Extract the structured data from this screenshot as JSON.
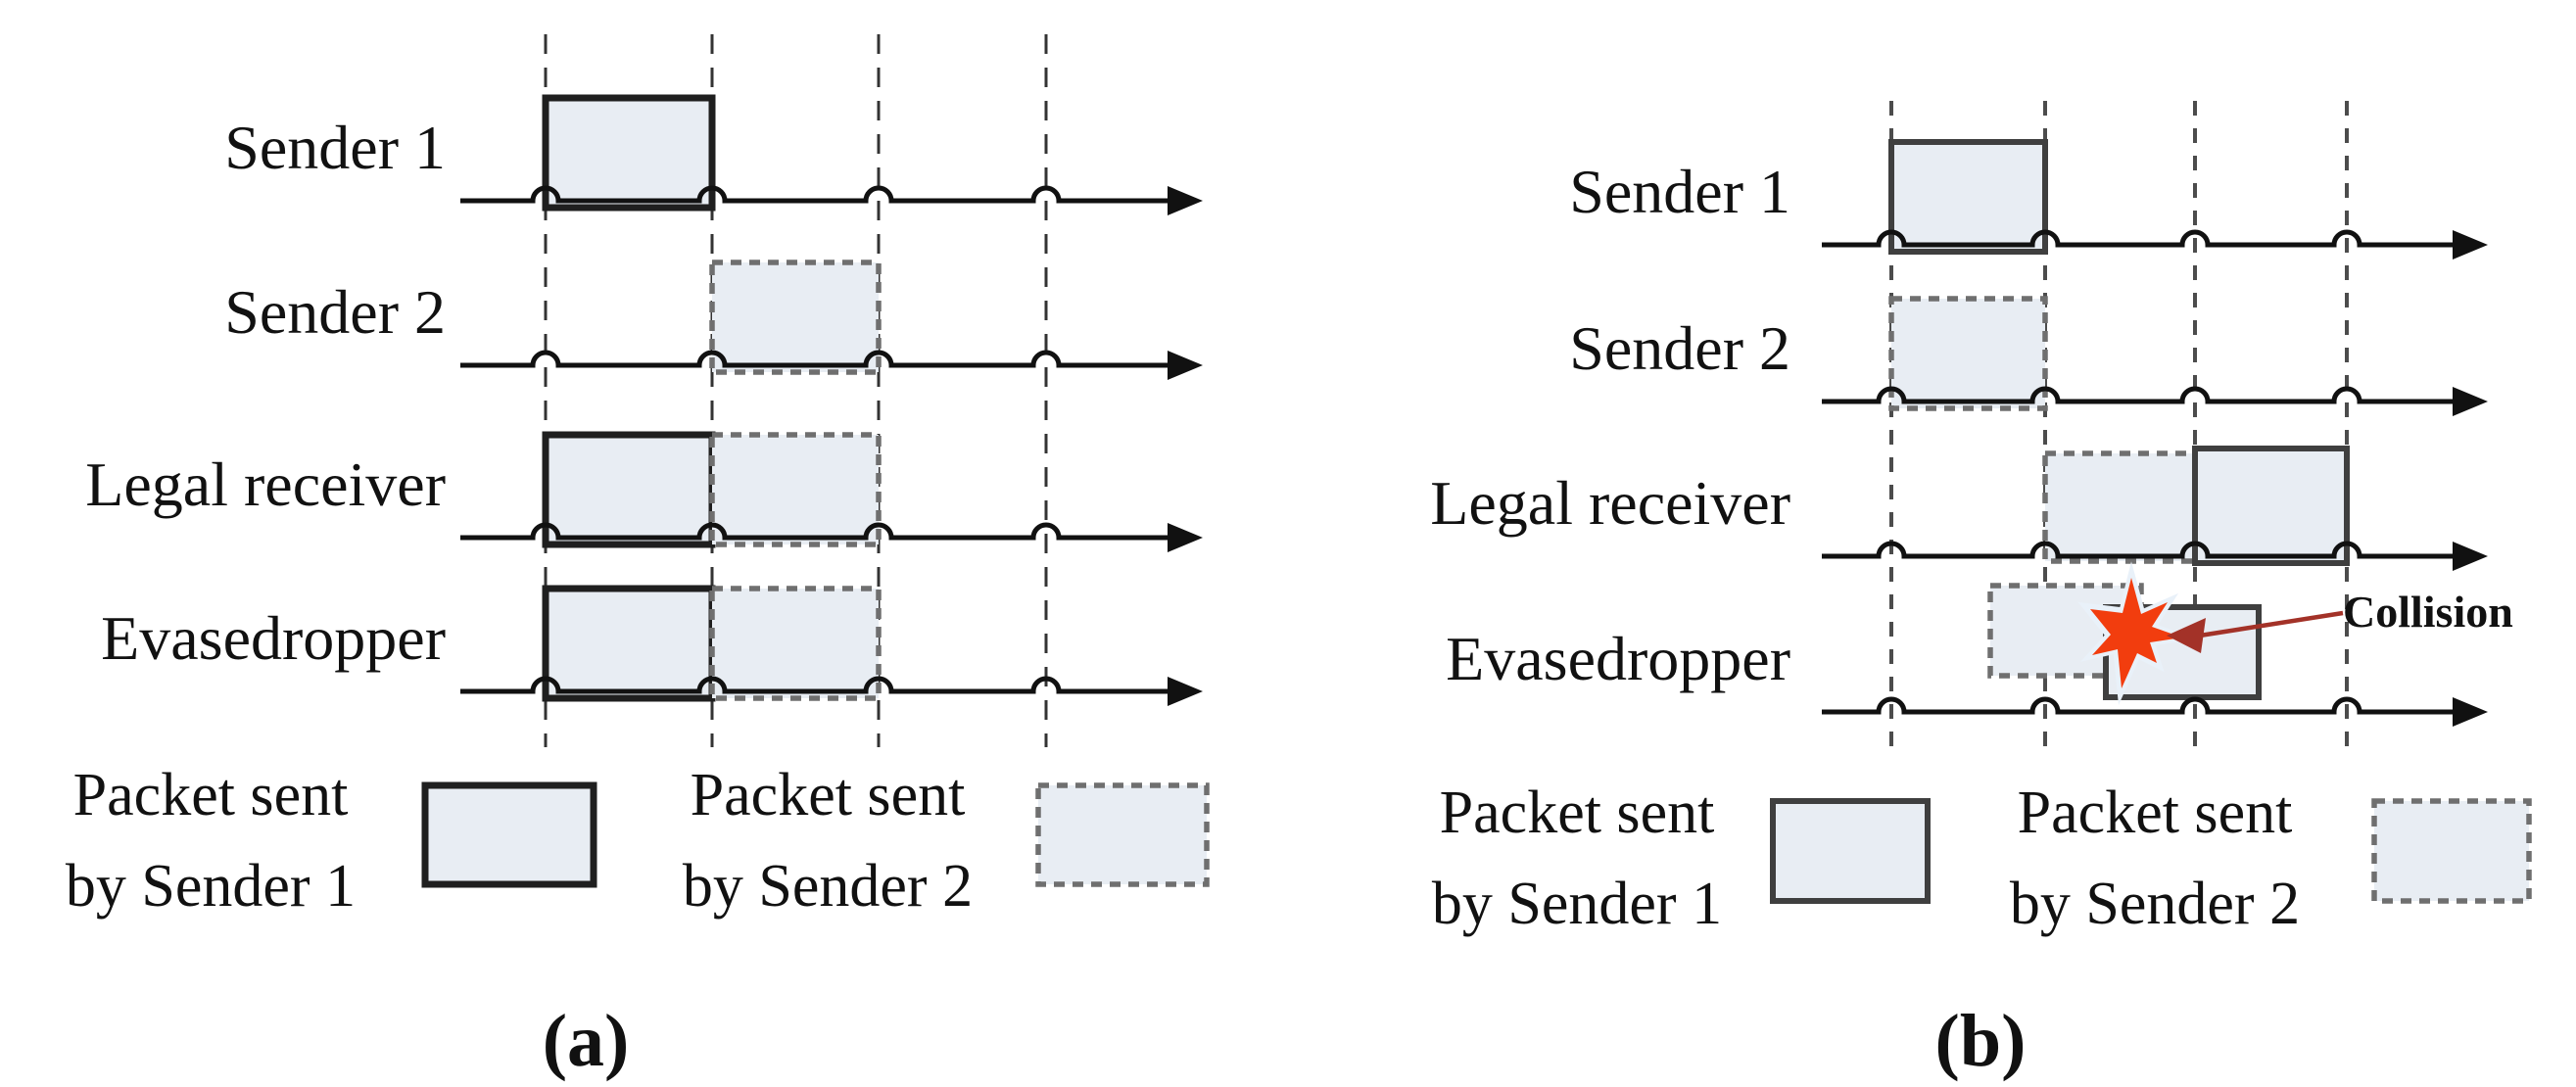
{
  "figure": {
    "description_visible_text_only": true,
    "colors": {
      "packet_fill": "#e8edf3",
      "solid_border": "#1f1f1f",
      "dashed_border": "#6f6f6f",
      "star": "#f23d0e",
      "star_halo": "#e9f1f9",
      "arrow": "#a33228",
      "text": "#111111"
    },
    "panel_a": {
      "caption": "(a)",
      "rows": [
        {
          "label": "Sender 1"
        },
        {
          "label": "Sender 2"
        },
        {
          "label": "Legal receiver"
        },
        {
          "label": "Evasedropper"
        }
      ],
      "legend": [
        {
          "line1": "Packet sent",
          "line2": "by Sender 1",
          "style": "solid"
        },
        {
          "line1": "Packet sent",
          "line2": "by Sender 2",
          "style": "dashed"
        }
      ]
    },
    "panel_b": {
      "caption": "(b)",
      "collision_label": "Collision",
      "rows": [
        {
          "label": "Sender 1"
        },
        {
          "label": "Sender 2"
        },
        {
          "label": "Legal receiver"
        },
        {
          "label": "Evasedropper"
        }
      ],
      "legend": [
        {
          "line1": "Packet sent",
          "line2": "by Sender 1",
          "style": "solid"
        },
        {
          "line1": "Packet sent",
          "line2": "by Sender 2",
          "style": "dashed"
        }
      ]
    }
  }
}
